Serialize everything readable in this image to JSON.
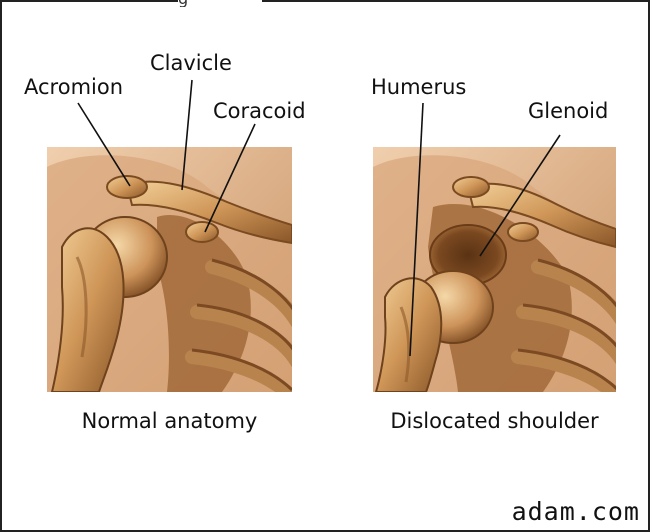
{
  "top_caption_fragment": "g",
  "labels": {
    "acromion": "Acromion",
    "clavicle": "Clavicle",
    "coracoid": "Coracoid",
    "humerus": "Humerus",
    "glenoid": "Glenoid"
  },
  "captions": {
    "normal": "Normal anatomy",
    "dislocated": "Dislocated shoulder"
  },
  "brand": "adam.com",
  "colors": {
    "bone_light": "#e3b57c",
    "bone_mid": "#c58c4f",
    "bone_dark": "#8a5628",
    "flesh": "#e9c09a",
    "background": "#ffffff"
  }
}
